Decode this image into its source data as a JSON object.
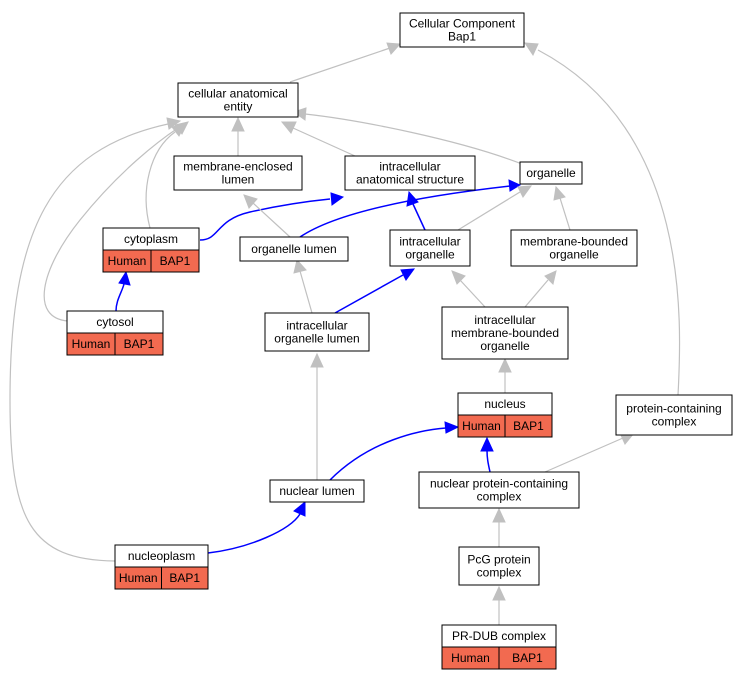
{
  "colors": {
    "is_a_edge": "#c0c0c0",
    "part_of_edge": "#0000ff",
    "annotation_fill": "#f26a50"
  },
  "nodes": {
    "root": [
      "Cellular Component",
      "Bap1"
    ],
    "cellular_anatomical_entity": [
      "cellular anatomical",
      "entity"
    ],
    "membrane_enclosed_lumen": [
      "membrane-enclosed",
      "lumen"
    ],
    "intracellular_anatomical_structure": [
      "intracellular",
      "anatomical structure"
    ],
    "organelle": [
      "organelle"
    ],
    "cytoplasm": [
      "cytoplasm"
    ],
    "organelle_lumen": [
      "organelle lumen"
    ],
    "intracellular_organelle": [
      "intracellular",
      "organelle"
    ],
    "membrane_bounded_organelle": [
      "membrane-bounded",
      "organelle"
    ],
    "cytosol": [
      "cytosol"
    ],
    "intracellular_organelle_lumen": [
      "intracellular",
      "organelle lumen"
    ],
    "intracellular_membrane_bounded_organelle": [
      "intracellular",
      "membrane-bounded",
      "organelle"
    ],
    "nucleus": [
      "nucleus"
    ],
    "protein_containing_complex": [
      "protein-containing",
      "complex"
    ],
    "nuclear_lumen": [
      "nuclear lumen"
    ],
    "nuclear_protein_containing_complex": [
      "nuclear protein-containing",
      "complex"
    ],
    "nucleoplasm": [
      "nucleoplasm"
    ],
    "pcg_protein_complex": [
      "PcG protein",
      "complex"
    ],
    "pr_dub_complex": [
      "PR-DUB complex"
    ]
  },
  "annotations": {
    "cytoplasm": [
      "Human",
      "BAP1"
    ],
    "cytosol": [
      "Human",
      "BAP1"
    ],
    "nucleus": [
      "Human",
      "BAP1"
    ],
    "nucleoplasm": [
      "Human",
      "BAP1"
    ],
    "pr_dub_complex": [
      "Human",
      "BAP1"
    ]
  }
}
